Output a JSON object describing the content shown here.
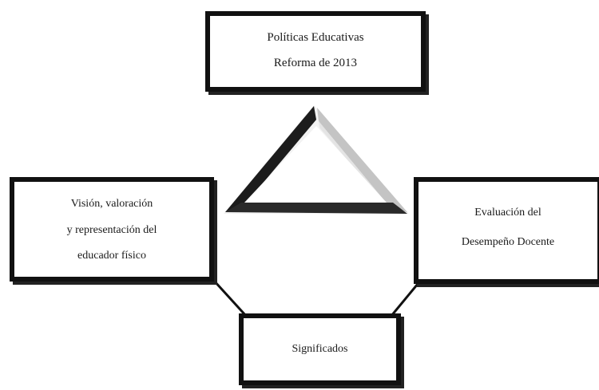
{
  "diagram": {
    "top_node": {
      "lines": [
        "Políticas Educativas",
        "Reforma de 2013"
      ]
    },
    "left_node": {
      "lines": [
        "Visión, valoración",
        "y representación del",
        "educador físico"
      ]
    },
    "right_node": {
      "lines": [
        "Evaluación del",
        "Desempeño Docente"
      ]
    },
    "bottom_node": {
      "lines": [
        "Significados"
      ]
    },
    "center_shape": "beveled-triangle",
    "colors": {
      "border": "#111111",
      "background": "#ffffff",
      "triangle_dark": "#1c1c1c",
      "triangle_light": "#bdbdbd"
    }
  }
}
